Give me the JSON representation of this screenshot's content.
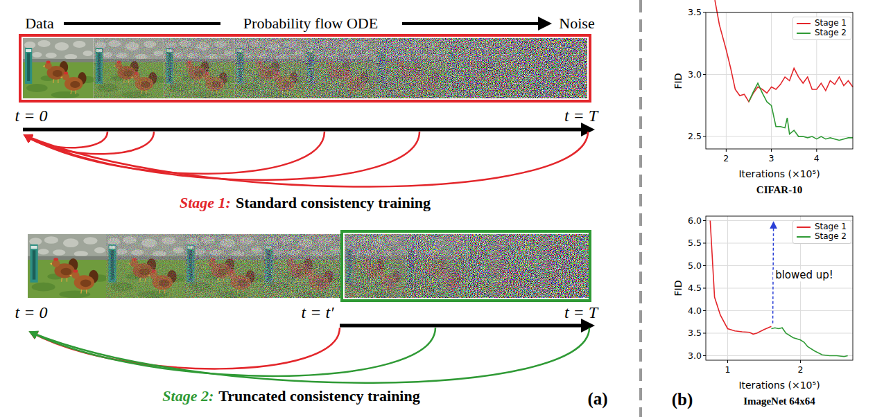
{
  "diagram": {
    "labels": [
      "Data",
      "Probability flow ODE",
      "Noise",
      "t = 0",
      "t = T",
      "Stage 1:",
      "Standard consistency training",
      "t = 0",
      "t = t′",
      "t = T",
      "Stage 2:",
      "Truncated consistency training",
      "(a)",
      "3.5",
      "3.0",
      "2.5",
      "FID",
      "2",
      "3",
      "4",
      "Iterations (×10⁵)",
      "CIFAR-10",
      "6.0",
      "5.5",
      "5.0",
      "4.5",
      "4.0",
      "3.5",
      "3.0",
      "FID",
      "1",
      "2",
      "Iterations (×10⁵)",
      "ImageNet 64x64",
      "blowed up!",
      "(b)"
    ],
    "legend": [
      {
        "text": "Stage 1"
      },
      {
        "text": "Stage 2"
      },
      {
        "text": "Stage 1"
      },
      {
        "text": "Stage 2"
      }
    ]
  }
}
